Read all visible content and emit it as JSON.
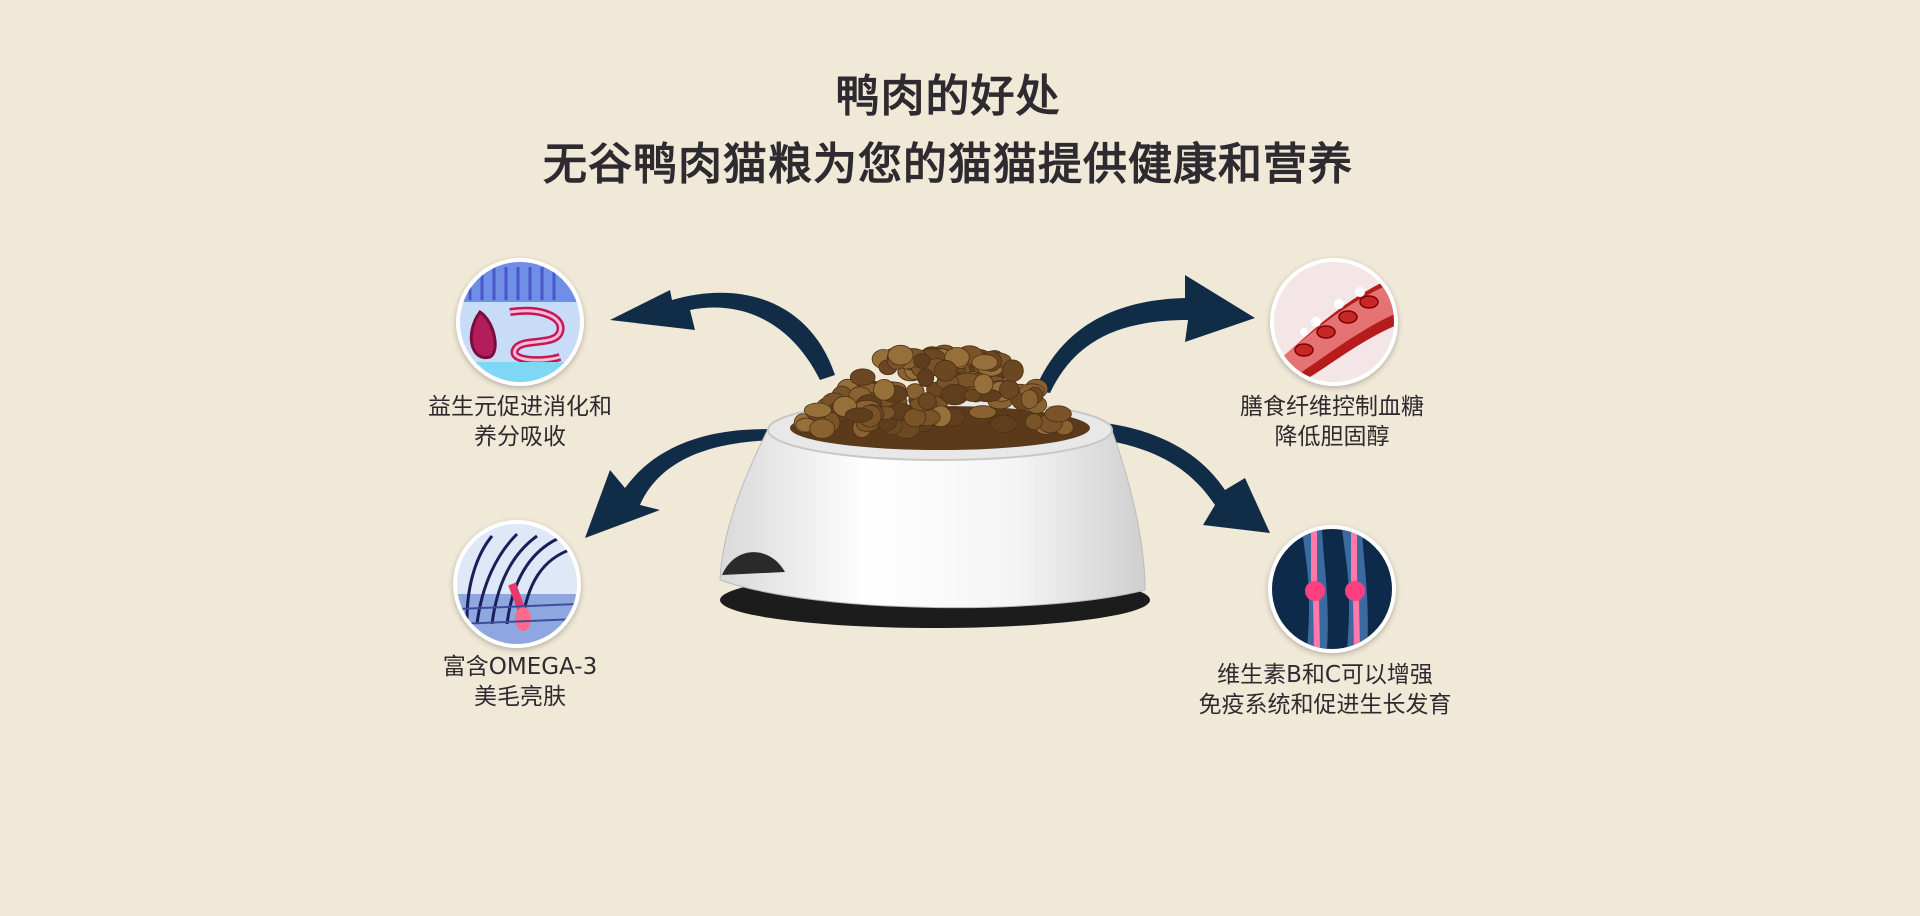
{
  "header": {
    "title_line1": "鸭肉的好处",
    "title_line2": "无谷鸭肉猫粮为您的猫猫提供健康和营养"
  },
  "benefits": [
    {
      "icon": "intestine-icon",
      "line1": "益生元促进消化和",
      "line2": "养分吸收"
    },
    {
      "icon": "hair-follicle-icon",
      "line1": "富含OMEGA-3",
      "line2": "美毛亮肤"
    },
    {
      "icon": "blood-vessel-icon",
      "line1": "膳食纤维控制血糖",
      "line2": "降低胆固醇"
    },
    {
      "icon": "leg-joint-icon",
      "line1": "维生素B和C可以增强",
      "line2": "免疫系统和促进生长发育"
    }
  ],
  "colors": {
    "background": "#f1e9d8",
    "title": "#2e2b30",
    "arrow": "#112c47",
    "kibble": "#7a5428",
    "bowl": "#ffffff"
  }
}
